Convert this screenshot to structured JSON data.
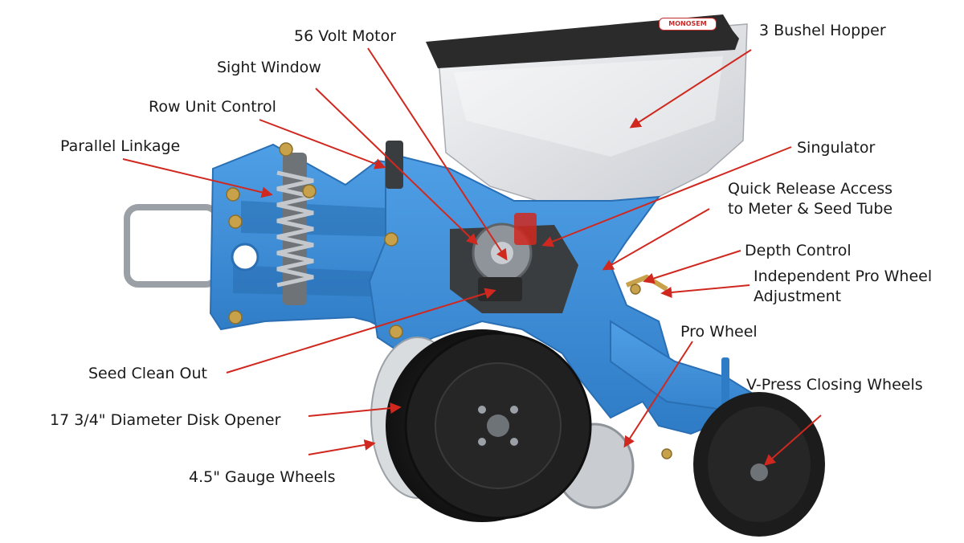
{
  "brand_logo": "MONOSEM",
  "colors": {
    "frame_blue": "#3f8fd8",
    "frame_blue_dark": "#2a6fb4",
    "hopper_white": "#e9ebee",
    "hopper_lid": "#2b2b2b",
    "wheel_black": "#1c1c1c",
    "arrow_red": "#d0281f",
    "bolt_gold": "#c8a24a",
    "label_text": "#1a1a1a"
  },
  "labels": [
    {
      "id": "volt-motor",
      "text": "56 Volt Motor"
    },
    {
      "id": "bushel-hopper",
      "text": "3 Bushel Hopper"
    },
    {
      "id": "sight-window",
      "text": "Sight Window"
    },
    {
      "id": "row-unit-control",
      "text": "Row Unit Control"
    },
    {
      "id": "parallel-linkage",
      "text": "Parallel Linkage"
    },
    {
      "id": "singulator",
      "text": "Singulator"
    },
    {
      "id": "quick-release",
      "text": "Quick Release Access\nto Meter & Seed Tube"
    },
    {
      "id": "depth-control",
      "text": "Depth Control"
    },
    {
      "id": "pro-wheel-adjustment",
      "text": "Independent Pro Wheel\nAdjustment"
    },
    {
      "id": "pro-wheel",
      "text": "Pro Wheel"
    },
    {
      "id": "seed-clean-out",
      "text": "Seed Clean Out"
    },
    {
      "id": "v-press-closing-wheels",
      "text": "V-Press Closing Wheels"
    },
    {
      "id": "disk-opener",
      "text": "17 3/4\" Diameter Disk Opener"
    },
    {
      "id": "gauge-wheels",
      "text": "4.5\" Gauge Wheels"
    }
  ]
}
